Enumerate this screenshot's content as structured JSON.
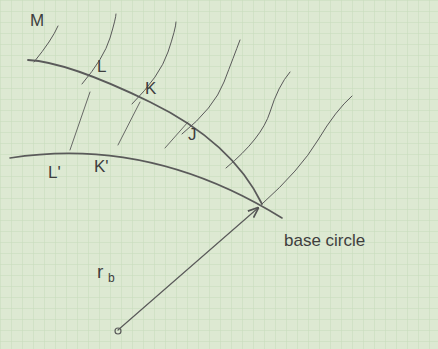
{
  "diagram": {
    "labels": [
      "M",
      "L",
      "K",
      "J",
      "L'",
      "K'",
      "base circle",
      "r",
      "b"
    ]
  }
}
